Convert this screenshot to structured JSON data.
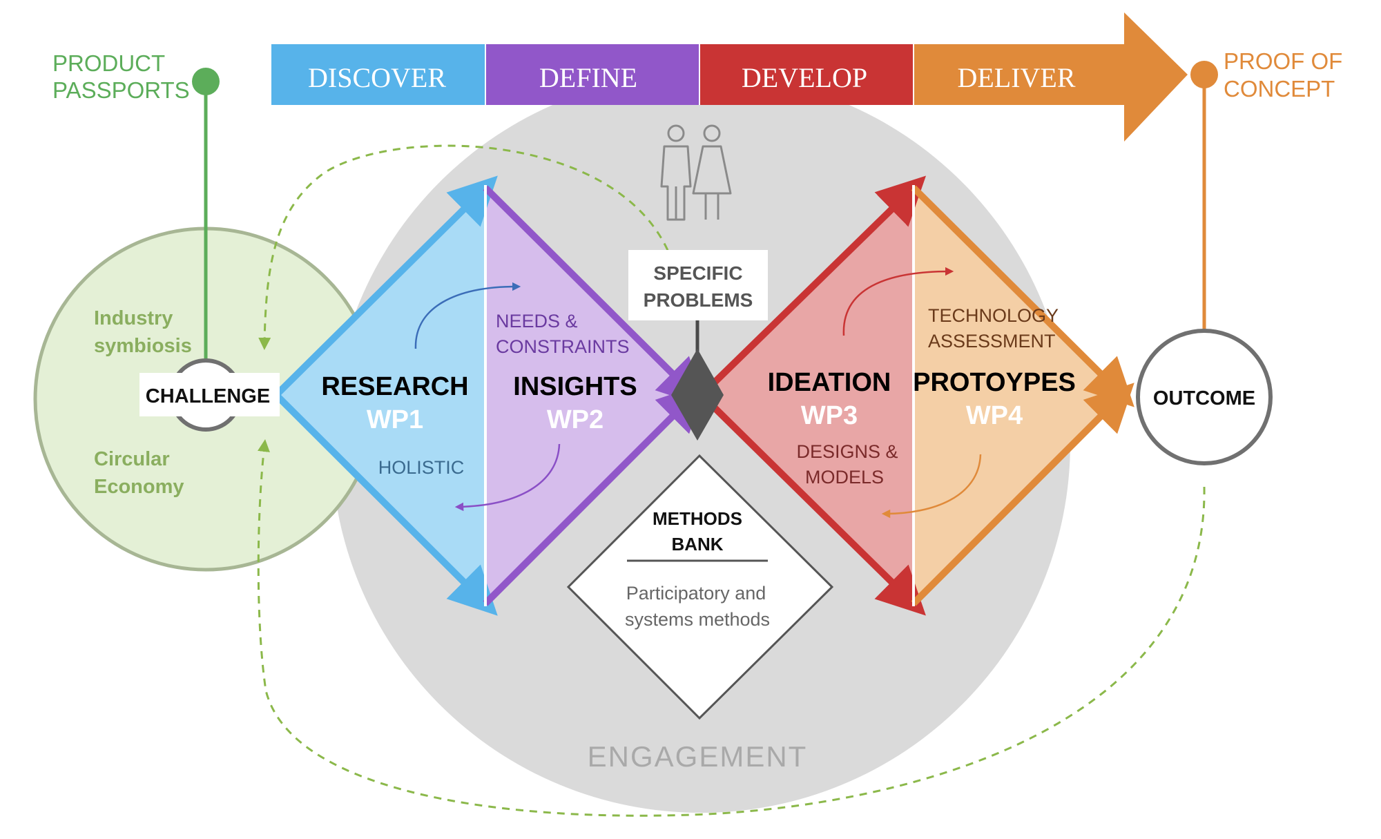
{
  "colors": {
    "discover": "#57b3ea",
    "define": "#9157c9",
    "develop": "#c93434",
    "deliver": "#e08a3a",
    "green": "#5cad5a",
    "orange": "#e08a3a",
    "grey_circle": "#dadada",
    "pale_green": "#e4f0d6",
    "pale_green_border": "#a7b694",
    "research_fill": "#a9dbf6",
    "insights_fill": "#d6bdec",
    "ideation_fill": "#e8a6a6",
    "prototypes_fill": "#f4cfa6"
  },
  "icons": [
    "people-icon"
  ],
  "phases": {
    "discover": "DISCOVER",
    "define": "DEFINE",
    "develop": "DEVELOP",
    "deliver": "DELIVER"
  },
  "left": {
    "product_passports_1": "PRODUCT",
    "product_passports_2": "PASSPORTS",
    "industry_1": "Industry",
    "industry_2": "symbiosis",
    "circular_1": "Circular",
    "circular_2": "Economy",
    "challenge": "CHALLENGE"
  },
  "right": {
    "proof_1": "PROOF OF",
    "proof_2": "CONCEPT",
    "outcome": "OUTCOME"
  },
  "diamond1": {
    "research": "RESEARCH",
    "wp1": "WP1",
    "holistic": "HOLISTIC",
    "insights": "INSIGHTS",
    "wp2": "WP2",
    "needs_1": "NEEDS &",
    "needs_2": "CONSTRAINTS"
  },
  "diamond2": {
    "ideation": "IDEATION",
    "wp3": "WP3",
    "designs_1": "DESIGNS &",
    "designs_2": "MODELS",
    "prototypes": "PROTOYPES",
    "wp4": "WP4",
    "tech_1": "TECHNOLOGY",
    "tech_2": "ASSESSMENT"
  },
  "center": {
    "specific_1": "SPECIFIC",
    "specific_2": "PROBLEMS",
    "methods_1": "METHODS",
    "methods_2": "BANK",
    "participatory_1": "Participatory and",
    "participatory_2": "systems methods",
    "engagement": "ENGAGEMENT"
  }
}
